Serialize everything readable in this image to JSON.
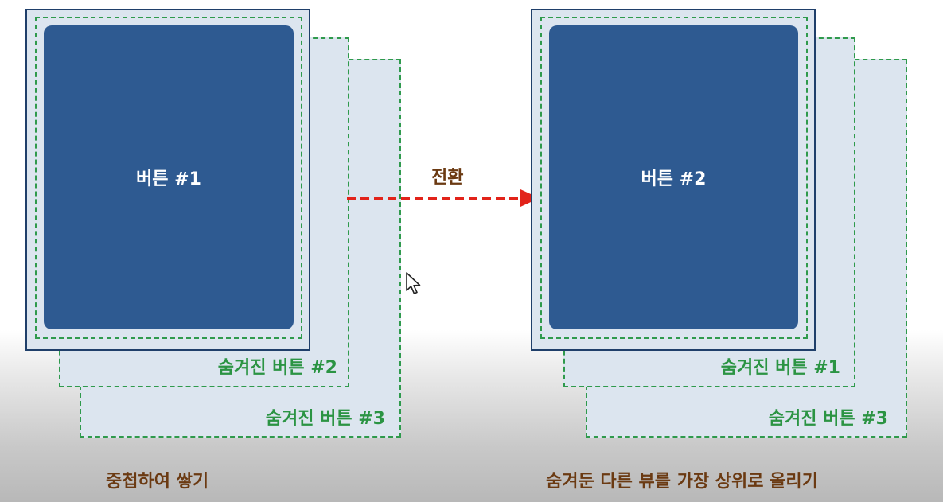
{
  "left_panel": {
    "button_label": "버튼 #1",
    "hidden_layer_1_label": "숨겨진 버튼 #2",
    "hidden_layer_2_label": "숨겨진 버튼 #3",
    "caption": "중첩하여 쌓기"
  },
  "transition": {
    "label": "전환",
    "arrow_color": "#e2231a"
  },
  "right_panel": {
    "button_label": "버튼 #2",
    "hidden_layer_1_label": "숨겨진 버튼 #1",
    "hidden_layer_2_label": "숨겨진 버튼 #3",
    "caption": "숨겨둔 다른 뷰를 가장 상위로 올리기"
  },
  "colors": {
    "button_fill": "#2e5a91",
    "layer_fill": "#dce5ef",
    "dash_green": "#2f9a4c",
    "caption_brown": "#6b3a12"
  },
  "icons": [
    "mouse-cursor-icon",
    "arrow-right-icon"
  ]
}
